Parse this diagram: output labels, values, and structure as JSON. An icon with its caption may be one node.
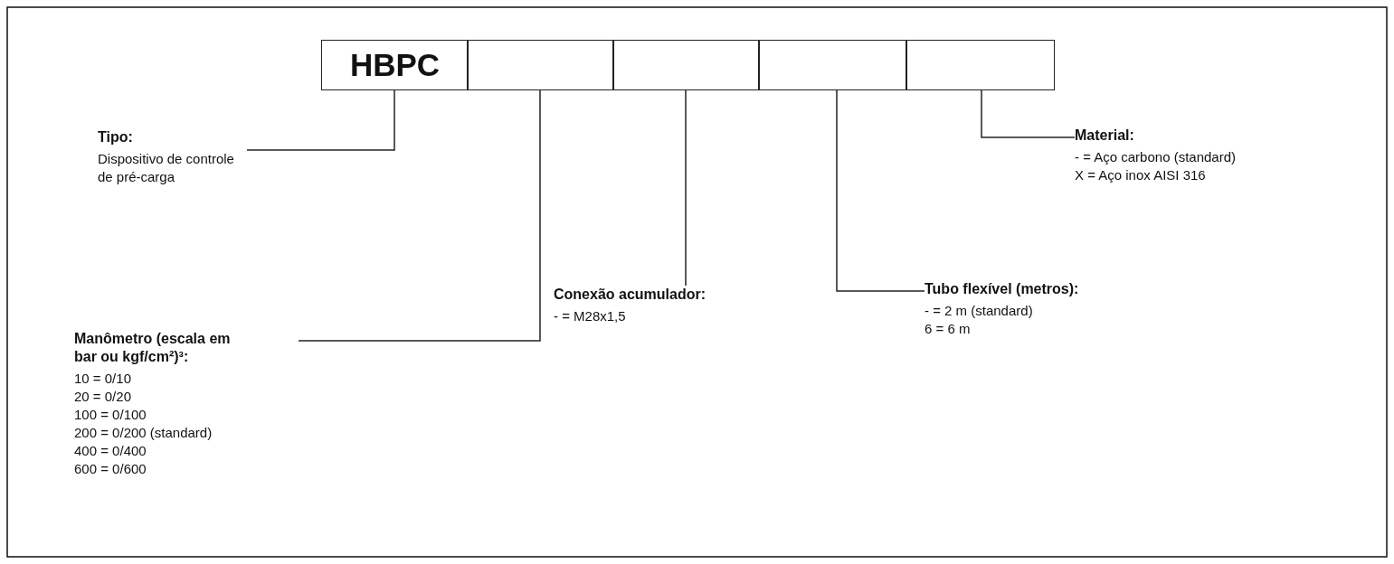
{
  "diagram": {
    "nodes": [
      {
        "text": [
          "HBPC"
        ]
      },
      {
        "text": [],
        "shape": "box"
      },
      {
        "text": [],
        "shape": "box"
      },
      {
        "text": [],
        "shape": "box"
      },
      {
        "text": [],
        "shape": "box"
      },
      {
        "text": [
          "Tipo:",
          "Dispositivo de controle de pré-carga"
        ]
      },
      {
        "text": [
          "Manômetro (escala em bar ou kgf/cm²)³:",
          "10 = 0/10",
          "20 = 0/20",
          "100 = 0/100",
          "200 = 0/200 (standard)",
          "400 = 0/400",
          "600 = 0/600"
        ]
      },
      {
        "text": [
          "Conexão acumulador:",
          "- = M28x1,5"
        ]
      },
      {
        "text": [
          "Tubo flexível (metros):",
          "- = 2 m (standard)",
          "6 = 6 m"
        ]
      },
      {
        "text": [
          "Material:",
          "- = Aço carbono (standard)",
          "X = Aço inox AISI 316"
        ]
      }
    ],
    "edges": [
      {
        "from": 0,
        "to": 5,
        "arrow": "none"
      },
      {
        "from": 1,
        "to": 6,
        "arrow": "none"
      },
      {
        "from": 2,
        "to": 7,
        "arrow": "none"
      },
      {
        "from": 3,
        "to": 8,
        "arrow": "none"
      },
      {
        "from": 4,
        "to": 9,
        "arrow": "none"
      }
    ]
  }
}
